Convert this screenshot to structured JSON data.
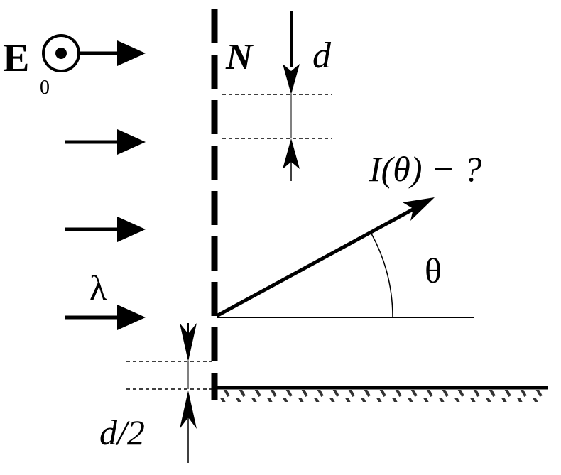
{
  "labels": {
    "field": "E",
    "field_subscript": "0",
    "n_label": "N",
    "period": "d",
    "intensity": "I(θ) − ?",
    "angle": "θ",
    "wavelength": "λ",
    "offset": "d/2"
  },
  "colors": {
    "ink": "#000000",
    "background": "#ffffff"
  }
}
